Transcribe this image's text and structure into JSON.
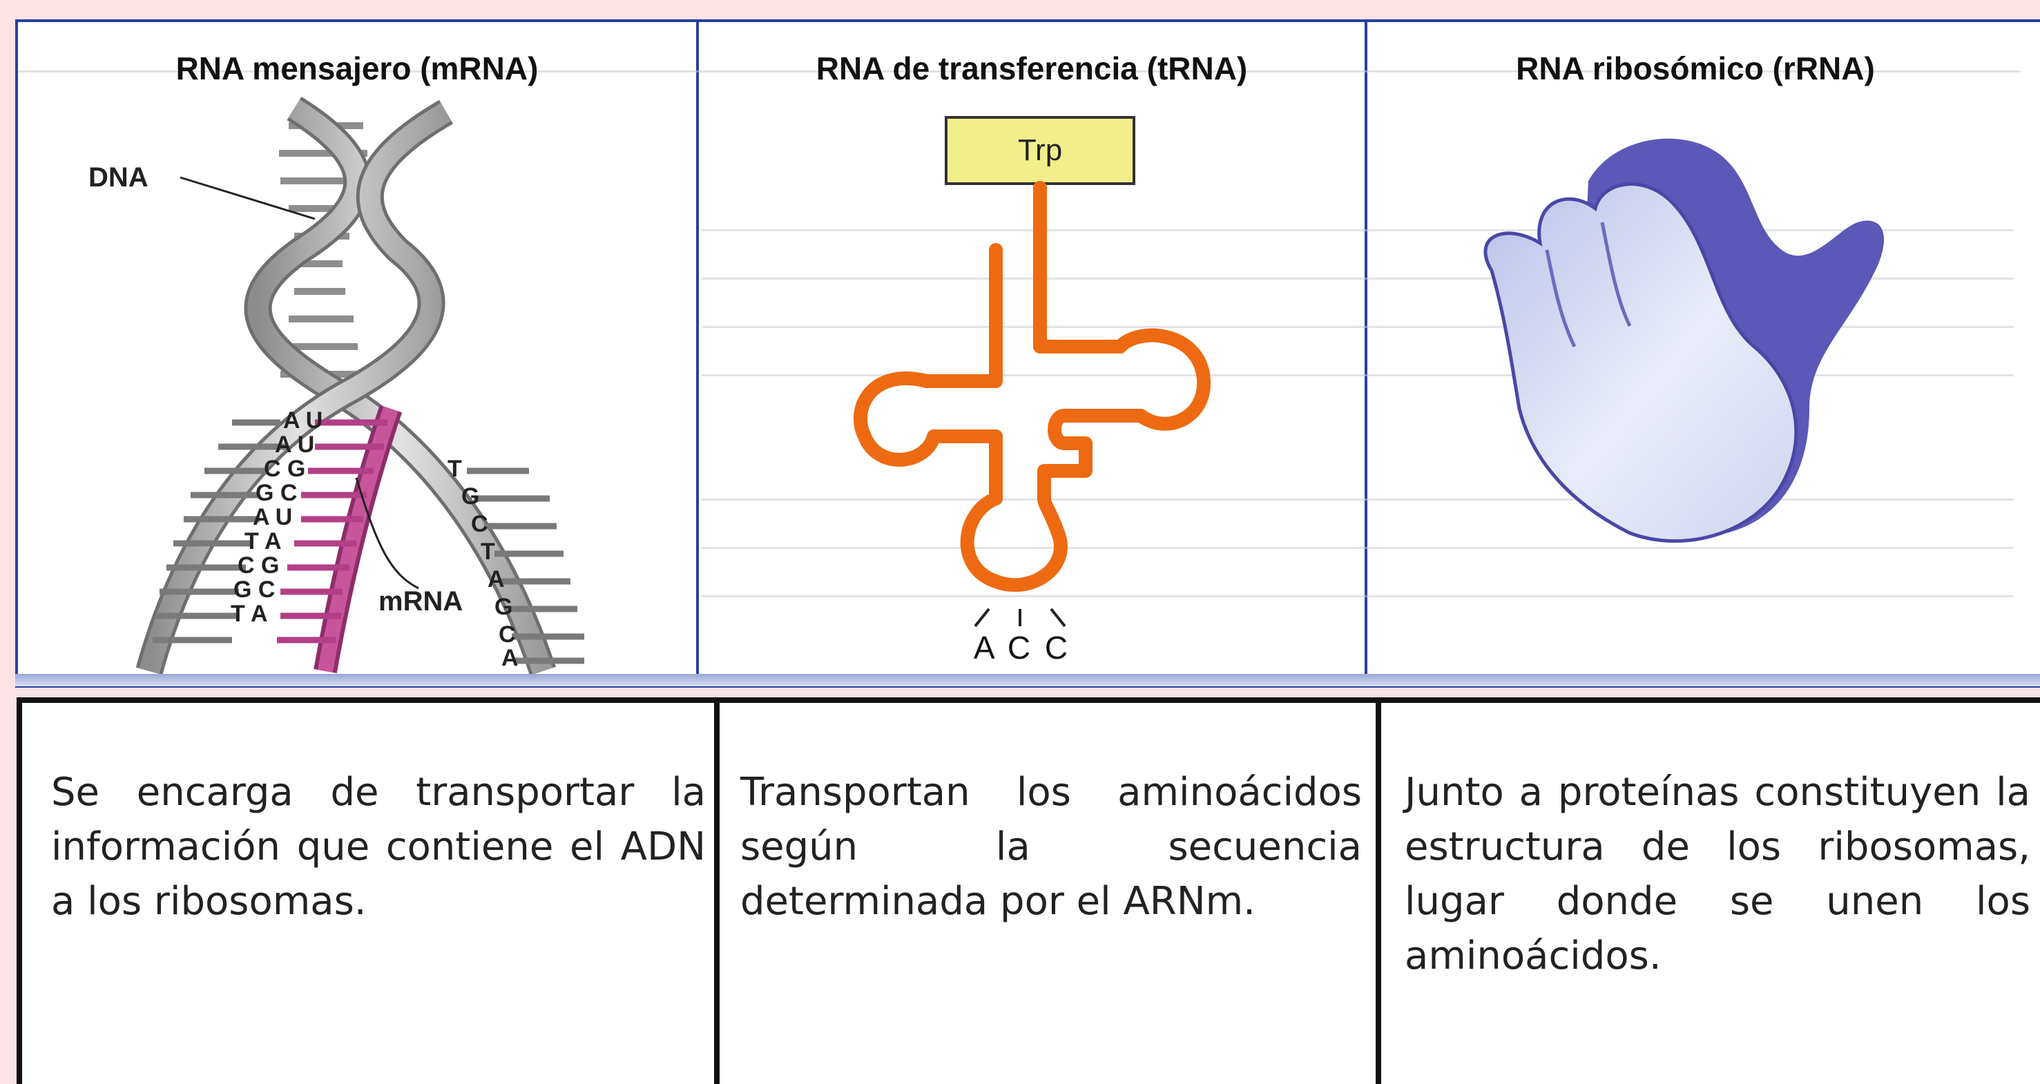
{
  "columns": [
    {
      "title": "RNA mensajero (mRNA)",
      "labels": {
        "dna": "DNA",
        "mrna": "mRNA"
      },
      "left_bases": [
        "A U",
        "A U",
        "C G",
        "G C",
        "A U",
        "T A",
        "C G",
        "G C",
        "T A"
      ],
      "right_bases": [
        "T",
        "G",
        "C",
        "T",
        "A",
        "G",
        "C",
        "A"
      ],
      "description": "Se encarga de transportar la información que contiene el ADN a los ribosomas."
    },
    {
      "title": "RNA de transferencia (tRNA)",
      "amino_acid": "Trp",
      "anticodon": "A C C",
      "description": "Transportan los aminoácidos según la secuencia determinada por el ARNm."
    },
    {
      "title": "RNA ribosómico (rRNA)",
      "description": "Junto a proteínas constituyen la estructura de los ribosomas, lugar donde se unen los aminoácidos."
    }
  ],
  "colors": {
    "border_blue": "#2a3fa0",
    "trna_orange": "#ee6a12",
    "trp_box": "#f1ee8c",
    "mrna_magenta": "#b33f86",
    "ribosome_purple": "#5b58b8",
    "ribosome_light": "#d6dbf2",
    "page_background": "#fbe3e6"
  }
}
